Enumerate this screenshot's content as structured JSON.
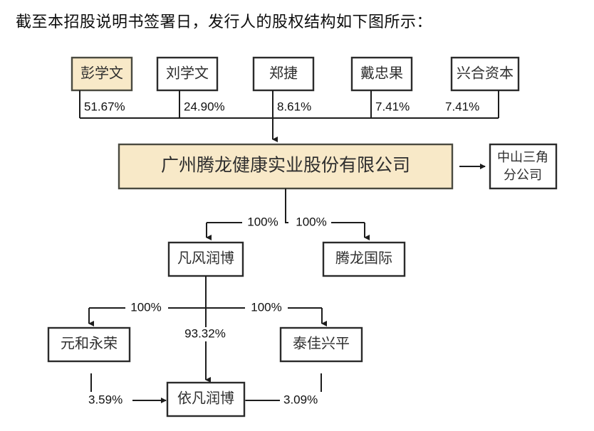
{
  "document": {
    "intro_text": "截至本招股说明书签署日，发行人的股权结构如下图所示："
  },
  "colors": {
    "highlight_fill": "#f8e9c8",
    "box_stroke": "#2b2b2b",
    "line": "#1d1d1d",
    "text": "#2e2e2e",
    "background": "#ffffff"
  },
  "diagram": {
    "type": "ownership-structure-chart",
    "tier1_shareholders": [
      {
        "id": "peng-xuewen",
        "label": "彭学文",
        "percent": "51.67%",
        "highlight": true
      },
      {
        "id": "liu-xuewen",
        "label": "刘学文",
        "percent": "24.90%",
        "highlight": false
      },
      {
        "id": "zheng-jie",
        "label": "郑捷",
        "percent": "8.61%",
        "highlight": false
      },
      {
        "id": "dai-zhongguo",
        "label": "戴忠果",
        "percent": "7.41%",
        "highlight": false
      },
      {
        "id": "xinghe-ziben",
        "label": "兴合资本",
        "percent": "7.41%",
        "highlight": false
      }
    ],
    "issuer": {
      "id": "issuer",
      "label": "广州腾龙健康实业股份有限公司",
      "highlight": true
    },
    "branch": {
      "id": "zhongshan-sanjiao-branch",
      "label_line1": "中山三角",
      "label_line2": "分公司"
    },
    "tier2_subsidiaries": [
      {
        "id": "fanfeng-runbo",
        "label": "凡风润博",
        "percent": "100%"
      },
      {
        "id": "tenglong-guoji",
        "label": "腾龙国际",
        "percent": "100%"
      }
    ],
    "tier3_subsidiaries": [
      {
        "id": "yuanhe-yongrong",
        "label": "元和永荣",
        "percent": "100%"
      },
      {
        "id": "taijia-xingping",
        "label": "泰佳兴平",
        "percent": "100%"
      }
    ],
    "tier4": {
      "id": "yifan-runbo",
      "label": "依凡润博",
      "percent_from_fanfeng_runbo": "93.32%",
      "percent_from_yuanhe_yongrong": "3.59%",
      "percent_from_taijia_xingping": "3.09%"
    }
  }
}
